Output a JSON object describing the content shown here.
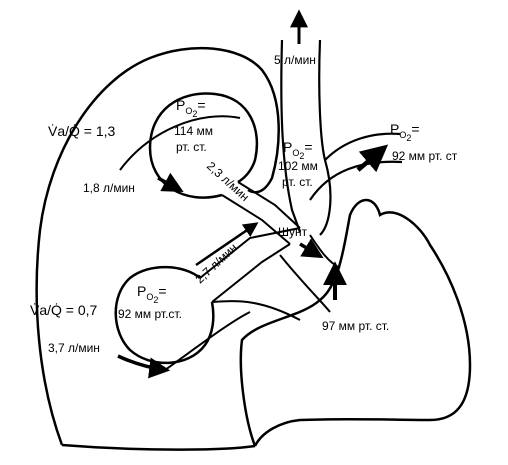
{
  "labels": {
    "top_flow": "5 л/мин",
    "upper_ratio": "V̇a/Q̇ = 1,3",
    "upper_flow": "1,8 л/мин",
    "upper_po2_value": "114 мм",
    "upper_po2_unit": "рт. ст.",
    "mid_po2_value": "102 мм",
    "mid_po2_unit": "рт. ст.",
    "right_po2_value": "92 мм рт. ст",
    "channel_upper_flow": "2,3 л/мин",
    "channel_lower_flow": "2,7 л/мин",
    "shunt": "Шунт",
    "lower_po2_value": "92 мм рт.ст.",
    "lower_ratio": "V̇a/Q̇ = 0,7",
    "lower_flow": "3,7 л/мин",
    "bottom_pressure": "97 мм рт. ст."
  },
  "symbol": {
    "p": "P",
    "o": "O",
    "two": "2",
    "eq": "="
  },
  "colors": {
    "ink": "#000000",
    "background": "#ffffff"
  }
}
